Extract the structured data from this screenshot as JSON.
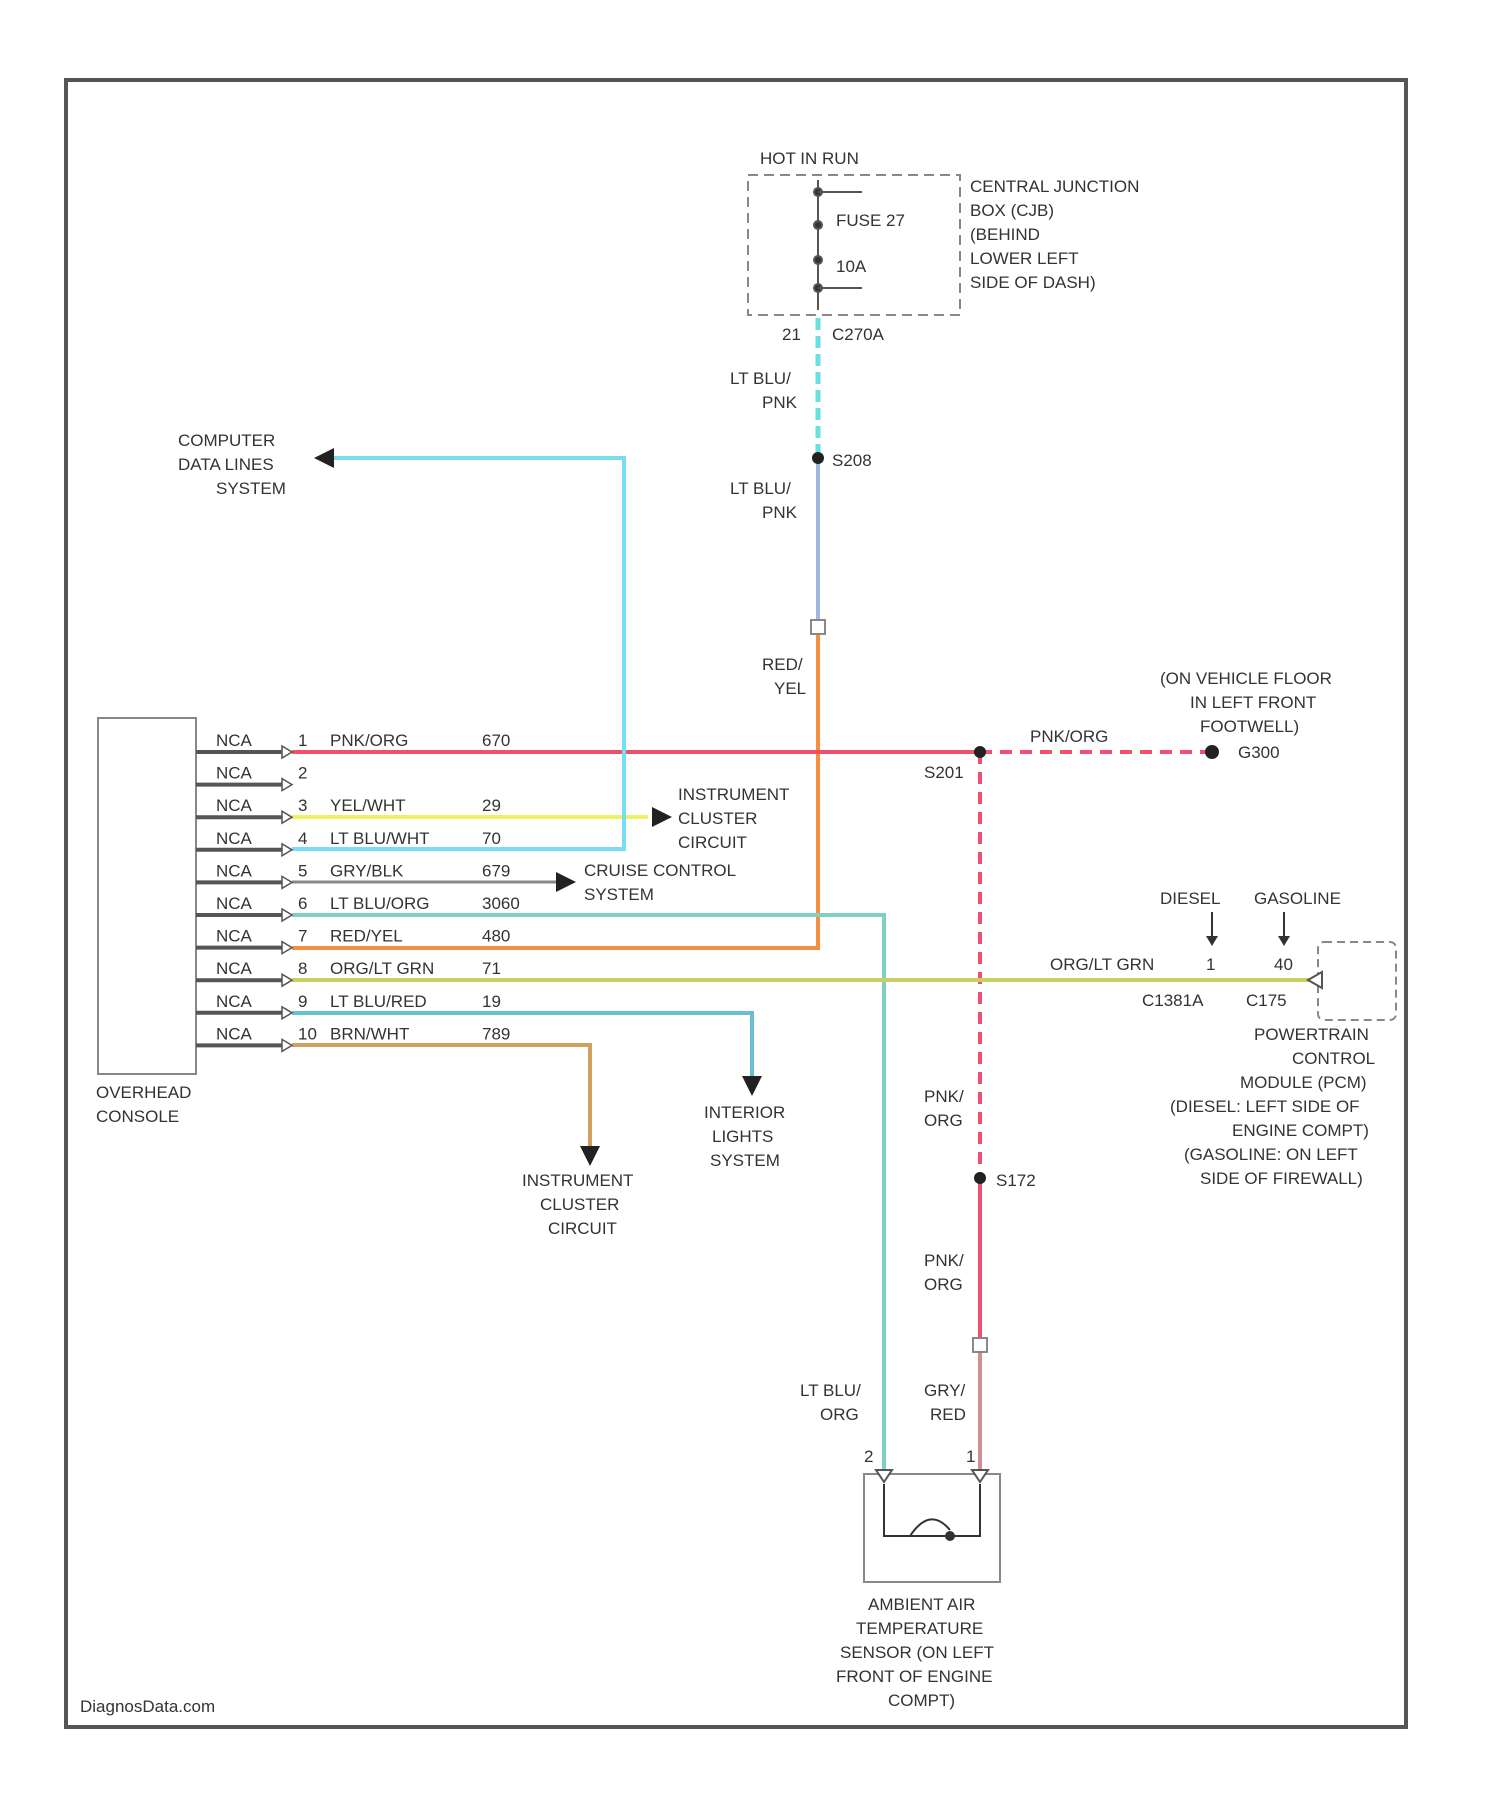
{
  "watermark": "DiagnosData.com",
  "colors": {
    "border": "#555555",
    "text": "#333333",
    "pnk_org": "#f05070",
    "ltblu_pnk": "#66e0e0",
    "ltblu_wht": "#7adcf0",
    "yel_wht": "#f0f060",
    "red_yel": "#f59040",
    "org_ltgrn": "#c8d060",
    "ltblu_red": "#66c0d0",
    "brn_wht": "#d0a060",
    "ltblu_org": "#80d0c0",
    "gry_blk": "#888888",
    "gry_red": "#d09090"
  },
  "fuse_box": {
    "hot_label": "HOT IN RUN",
    "fuse_name": "FUSE 27",
    "fuse_rating": "10A",
    "description": [
      "CENTRAL JUNCTION",
      "BOX (CJB)",
      "(BEHIND",
      "LOWER LEFT",
      "SIDE OF DASH)"
    ],
    "pin": "21",
    "connector": "C270A"
  },
  "wire_labels": {
    "lt_blu_pnk": [
      "LT BLU/",
      "PNK"
    ],
    "splice_s208": "S208",
    "red_yel": [
      "RED/",
      "YEL"
    ],
    "pnk_org": "PNK/ORG",
    "splice_s201": "S201",
    "ground_g300": "G300",
    "ground_note": [
      "(ON VEHICLE FLOOR",
      "IN LEFT FRONT",
      "FOOTWELL)"
    ],
    "pnk_org_vertical": [
      "PNK/",
      "ORG"
    ],
    "splice_s172": "S172",
    "lt_blu_org": [
      "LT BLU/",
      "ORG"
    ],
    "gry_red": [
      "GRY/",
      "RED"
    ],
    "org_lt_grn": "ORG/LT GRN"
  },
  "computer_data_lines": [
    "COMPUTER",
    "DATA LINES",
    "SYSTEM"
  ],
  "instrument_cluster_top": [
    "INSTRUMENT",
    "CLUSTER",
    "CIRCUIT"
  ],
  "cruise_control": [
    "CRUISE CONTROL",
    "SYSTEM"
  ],
  "interior_lights": [
    "INTERIOR",
    "LIGHTS",
    "SYSTEM"
  ],
  "instrument_cluster_bottom": [
    "INSTRUMENT",
    "CLUSTER",
    "CIRCUIT"
  ],
  "overhead_console": [
    "OVERHEAD",
    "CONSOLE"
  ],
  "console_pins": [
    {
      "conn": "NCA",
      "pin": "1",
      "wire": "PNK/ORG",
      "circuit": "670"
    },
    {
      "conn": "NCA",
      "pin": "2",
      "wire": "",
      "circuit": ""
    },
    {
      "conn": "NCA",
      "pin": "3",
      "wire": "YEL/WHT",
      "circuit": "29"
    },
    {
      "conn": "NCA",
      "pin": "4",
      "wire": "LT BLU/WHT",
      "circuit": "70"
    },
    {
      "conn": "NCA",
      "pin": "5",
      "wire": "GRY/BLK",
      "circuit": "679"
    },
    {
      "conn": "NCA",
      "pin": "6",
      "wire": "LT BLU/ORG",
      "circuit": "3060"
    },
    {
      "conn": "NCA",
      "pin": "7",
      "wire": "RED/YEL",
      "circuit": "480"
    },
    {
      "conn": "NCA",
      "pin": "8",
      "wire": "ORG/LT GRN",
      "circuit": "71"
    },
    {
      "conn": "NCA",
      "pin": "9",
      "wire": "LT BLU/RED",
      "circuit": "19"
    },
    {
      "conn": "NCA",
      "pin": "10",
      "wire": "BRN/WHT",
      "circuit": "789"
    }
  ],
  "pcm": {
    "diesel_label": "DIESEL",
    "gasoline_label": "GASOLINE",
    "diesel_pin": "1",
    "gasoline_pin": "40",
    "diesel_conn": "C1381A",
    "gasoline_conn": "C175",
    "description": [
      "POWERTRAIN",
      "CONTROL",
      "MODULE (PCM)",
      "(DIESEL: LEFT SIDE OF",
      "ENGINE COMPT)",
      "(GASOLINE: ON LEFT",
      "SIDE OF FIREWALL)"
    ]
  },
  "sensor": {
    "pin_left": "2",
    "pin_right": "1",
    "description": [
      "AMBIENT AIR",
      "TEMPERATURE",
      "SENSOR (ON LEFT",
      "FRONT OF ENGINE",
      "COMPT)"
    ]
  }
}
